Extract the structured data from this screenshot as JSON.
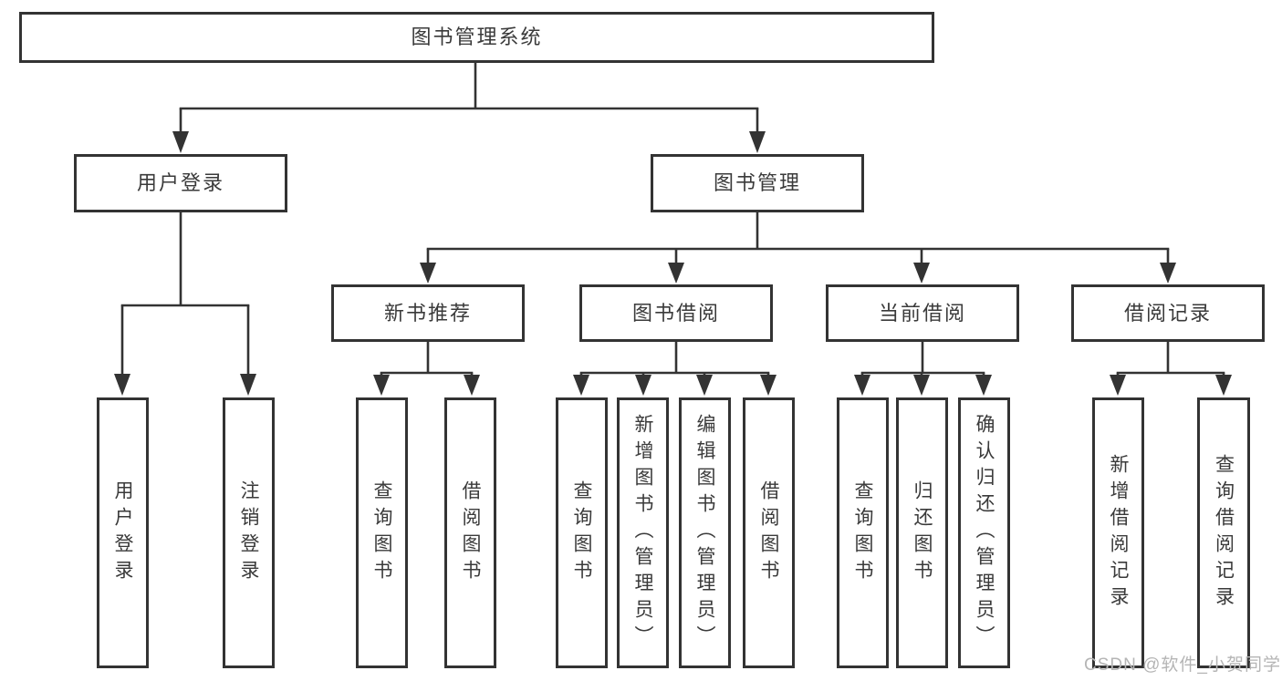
{
  "colors": {
    "line": "#333333",
    "text": "#3a3a3a",
    "box_background": "#ffffff",
    "page_background": "#ffffff",
    "watermark": "#b5b5b5"
  },
  "watermark": {
    "text": "CSDN @软件_小贺同学"
  },
  "tree": {
    "root": {
      "label": "图书管理系统",
      "children": [
        {
          "label": "用户登录",
          "children": [
            {
              "label": "用户登录"
            },
            {
              "label": "注销登录"
            }
          ]
        },
        {
          "label": "图书管理",
          "children": [
            {
              "label": "新书推荐",
              "children": [
                {
                  "label": "查询图书"
                },
                {
                  "label": "借阅图书"
                }
              ]
            },
            {
              "label": "图书借阅",
              "children": [
                {
                  "label": "查询图书"
                },
                {
                  "label": "新增图书（管理员）"
                },
                {
                  "label": "编辑图书（管理员）"
                },
                {
                  "label": "借阅图书"
                }
              ]
            },
            {
              "label": "当前借阅",
              "children": [
                {
                  "label": "查询图书"
                },
                {
                  "label": "归还图书"
                },
                {
                  "label": "确认归还（管理员）"
                }
              ]
            },
            {
              "label": "借阅记录",
              "children": [
                {
                  "label": "新增借阅记录"
                },
                {
                  "label": "查询借阅记录"
                }
              ]
            }
          ]
        }
      ]
    }
  }
}
